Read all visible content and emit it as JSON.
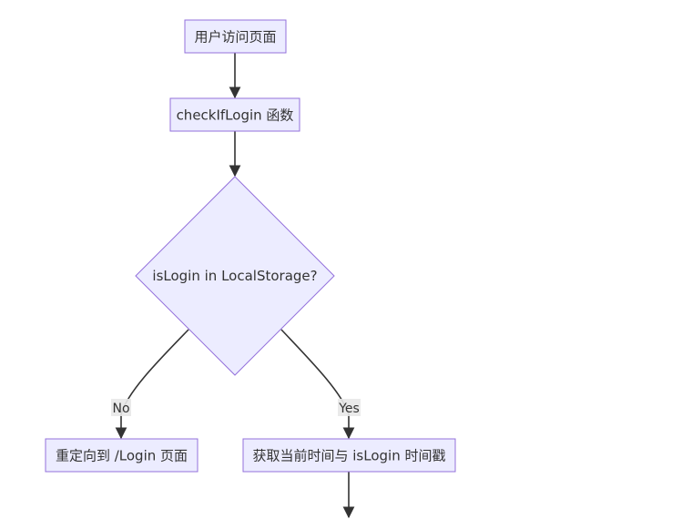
{
  "colors": {
    "node_fill": "#ECECFF",
    "node_stroke": "#9370DB",
    "edge": "#333333",
    "edge_label_bg": "#e8e8e8",
    "text": "#333333"
  },
  "nodes": {
    "visit": {
      "label": "用户访问页面"
    },
    "check": {
      "label": "checkIfLogin 函数"
    },
    "decision": {
      "label": "isLogin in LocalStorage?"
    },
    "redirect": {
      "label": "重定向到 /Login 页面"
    },
    "timestamp": {
      "label": "获取当前时间与 isLogin 时间戳"
    }
  },
  "edges": {
    "no": {
      "label": "No"
    },
    "yes": {
      "label": "Yes"
    }
  }
}
